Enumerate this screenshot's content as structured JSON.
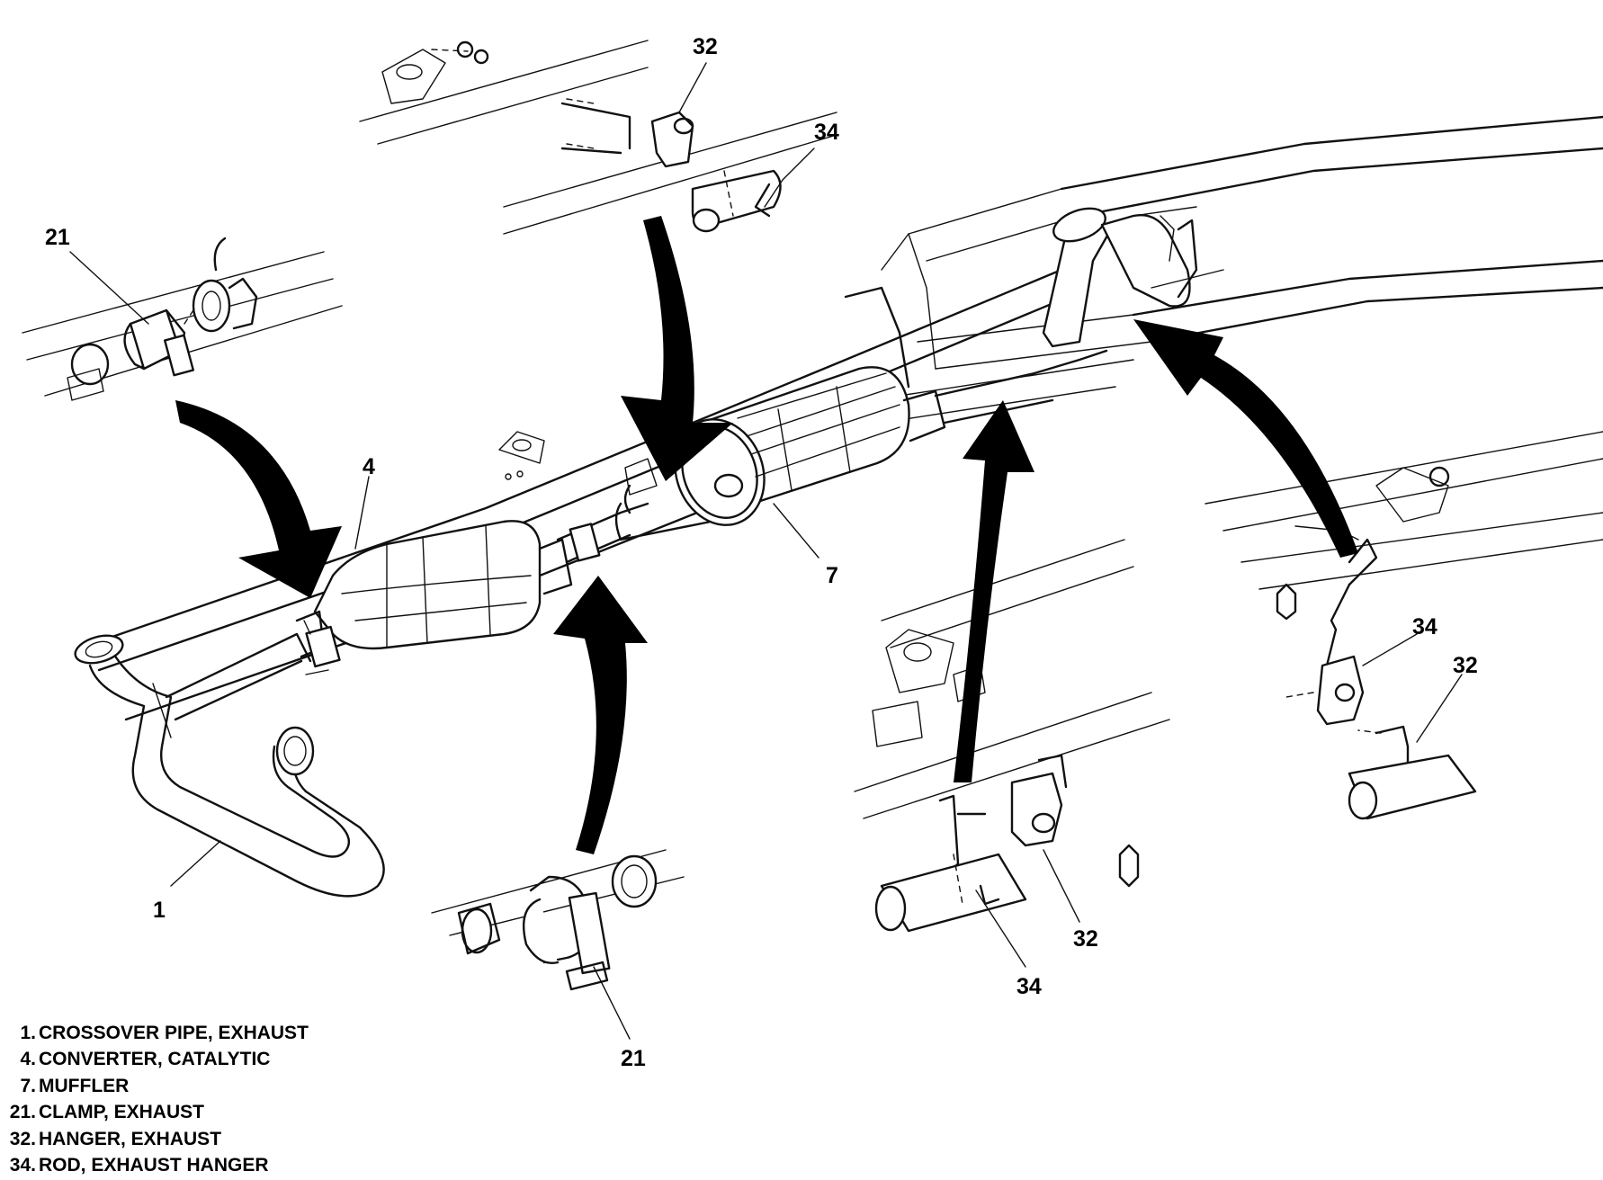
{
  "callouts": {
    "c32_top": "32",
    "c34_top": "34",
    "c21_left": "21",
    "c4": "4",
    "c7": "7",
    "c1": "1",
    "c21_bottom": "21",
    "c34_right": "34",
    "c32_right": "32",
    "c32_mid": "32",
    "c34_mid": "34"
  },
  "legend": [
    {
      "num": "1.",
      "text": "CROSSOVER PIPE, EXHAUST"
    },
    {
      "num": "4.",
      "text": "CONVERTER, CATALYTIC"
    },
    {
      "num": "7.",
      "text": "MUFFLER"
    },
    {
      "num": "21.",
      "text": "CLAMP, EXHAUST"
    },
    {
      "num": "32.",
      "text": "HANGER, EXHAUST"
    },
    {
      "num": "34.",
      "text": "ROD, EXHAUST HANGER"
    }
  ]
}
